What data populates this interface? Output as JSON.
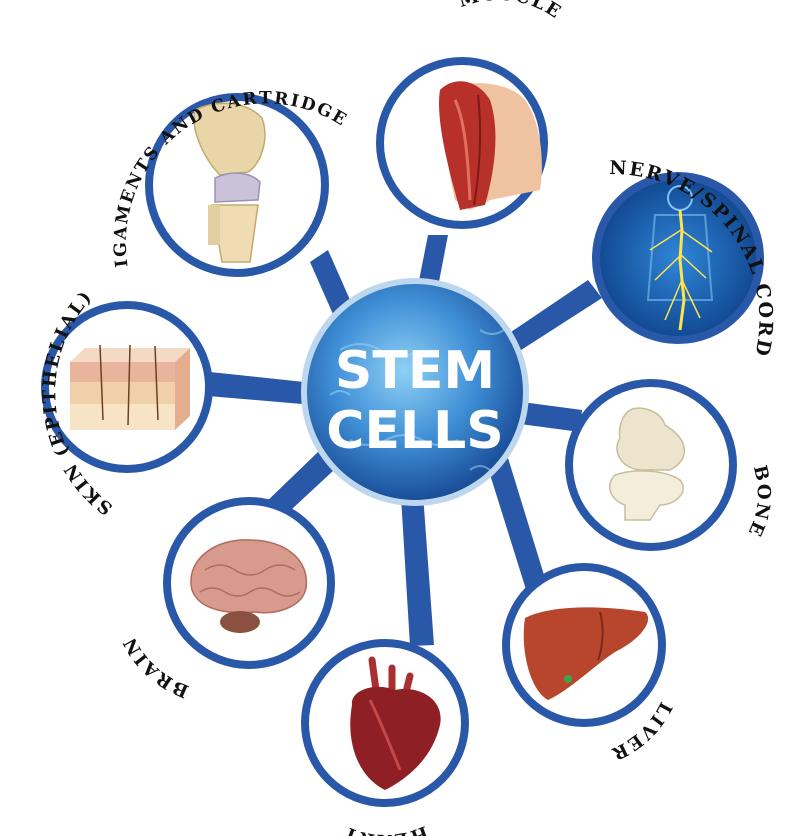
{
  "center": {
    "line1": "STEM",
    "line2": "CELLS"
  },
  "nodes": [
    {
      "id": "muscle",
      "label": "MUSCLE",
      "icon": "muscle-arm-icon"
    },
    {
      "id": "nerve",
      "label": "NERVE/SPINAL CORD",
      "icon": "nervous-system-icon"
    },
    {
      "id": "bone",
      "label": "BONE",
      "icon": "bone-joint-icon"
    },
    {
      "id": "liver",
      "label": "LIVER",
      "icon": "liver-icon"
    },
    {
      "id": "heart",
      "label": "HEART",
      "icon": "heart-icon"
    },
    {
      "id": "brain",
      "label": "BRAIN",
      "icon": "brain-icon"
    },
    {
      "id": "skin",
      "label": "SKIN (EPITHELIAL)",
      "icon": "skin-layers-icon"
    },
    {
      "id": "ligaments",
      "label": "LIGAMENTS AND CARTRIDGES",
      "icon": "knee-ligament-icon"
    }
  ],
  "colors": {
    "ring": "#2a58a8",
    "spoke": "#2a58a8",
    "core_light": "#6cb4e8",
    "core_dark": "#1b4f9a"
  }
}
